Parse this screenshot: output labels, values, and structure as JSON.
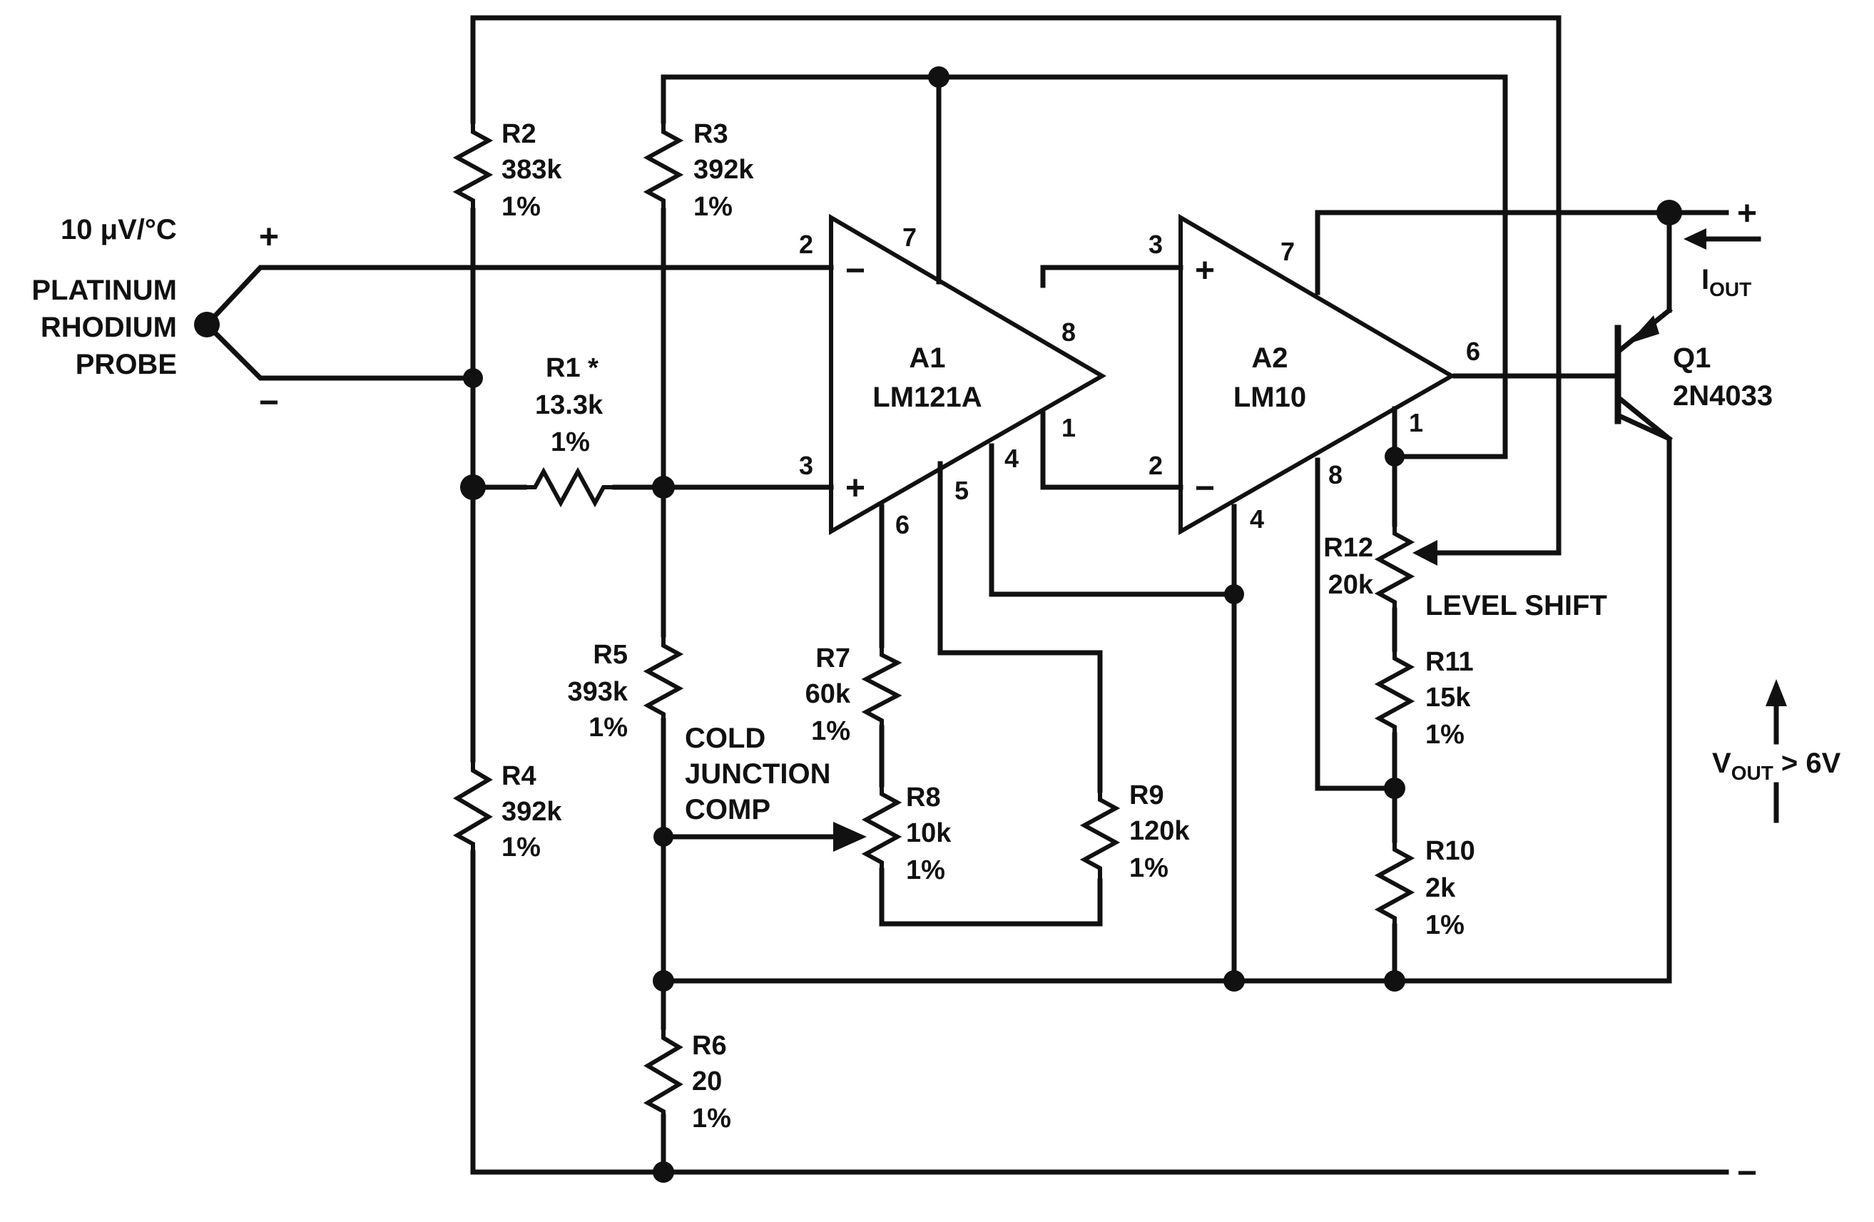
{
  "probe": {
    "sensitivity": "10 μV/°C",
    "name_lines": [
      "PLATINUM",
      "RHODIUM",
      "PROBE"
    ],
    "plus": "+",
    "minus": "−"
  },
  "resistors": {
    "R1": {
      "name": "R1 *",
      "value": "13.3k",
      "tol": "1%"
    },
    "R2": {
      "name": "R2",
      "value": "383k",
      "tol": "1%"
    },
    "R3": {
      "name": "R3",
      "value": "392k",
      "tol": "1%"
    },
    "R4": {
      "name": "R4",
      "value": "392k",
      "tol": "1%"
    },
    "R5": {
      "name": "R5",
      "value": "393k",
      "tol": "1%"
    },
    "R6": {
      "name": "R6",
      "value": "20",
      "tol": "1%"
    },
    "R7": {
      "name": "R7",
      "value": "60k",
      "tol": "1%"
    },
    "R8": {
      "name": "R8",
      "value": "10k",
      "tol": "1%"
    },
    "R9": {
      "name": "R9",
      "value": "120k",
      "tol": "1%"
    },
    "R10": {
      "name": "R10",
      "value": "2k",
      "tol": "1%"
    },
    "R11": {
      "name": "R11",
      "value": "15k",
      "tol": "1%"
    },
    "R12": {
      "name": "R12",
      "value": "20k"
    }
  },
  "opamps": {
    "A1": {
      "name": "A1",
      "part": "LM121A",
      "pins": {
        "inv": "2",
        "noninv": "3",
        "v_plus": "7",
        "out": "8",
        "p1": "1",
        "p4": "4",
        "p5": "5",
        "p6": "6"
      }
    },
    "A2": {
      "name": "A2",
      "part": "LM10",
      "pins": {
        "noninv": "3",
        "inv": "2",
        "v_plus": "7",
        "out": "6",
        "p1": "1",
        "p8": "8",
        "v_minus": "4"
      }
    }
  },
  "transistor": {
    "name": "Q1",
    "part": "2N4033"
  },
  "labels": {
    "cold_junction": [
      "COLD",
      "JUNCTION",
      "COMP"
    ],
    "level_shift": "LEVEL SHIFT",
    "iout_main": "I",
    "iout_sub": "OUT",
    "vout_main": "V",
    "vout_sub": "OUT",
    "vout_rest": " > 6V",
    "out_plus": "+",
    "out_minus": "−",
    "pin_plus": "+",
    "pin_minus": "−"
  }
}
